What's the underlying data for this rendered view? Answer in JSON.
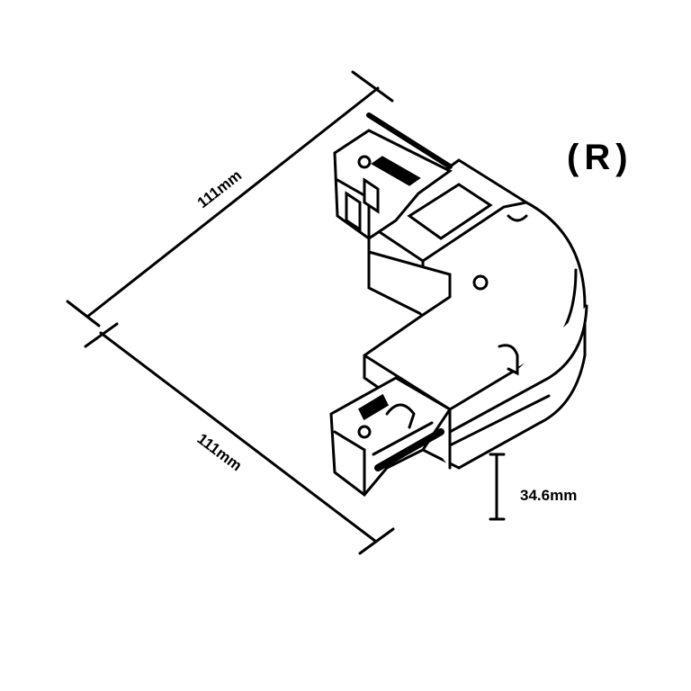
{
  "variant_label": "(R)",
  "dimensions": {
    "length_a": "111mm",
    "length_b": "111mm",
    "height": "34.6mm"
  }
}
